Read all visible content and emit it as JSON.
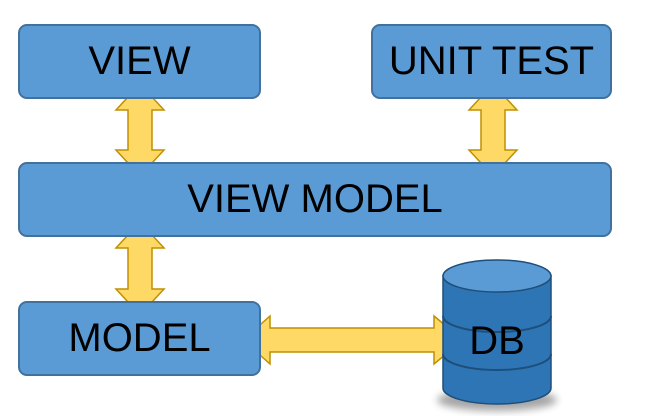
{
  "nodes": {
    "view": "VIEW",
    "unit_test": "UNIT TEST",
    "view_model": "VIEW MODEL",
    "model": "MODEL",
    "db": "DB"
  },
  "colors": {
    "box_fill": "#5b9bd5",
    "box_border": "#41719c",
    "arrow_fill": "#ffd966",
    "arrow_border": "#bf9000",
    "db_fill": "#2e75b6",
    "db_dark": "#1f4e79",
    "db_top": "#5b9bd5"
  }
}
